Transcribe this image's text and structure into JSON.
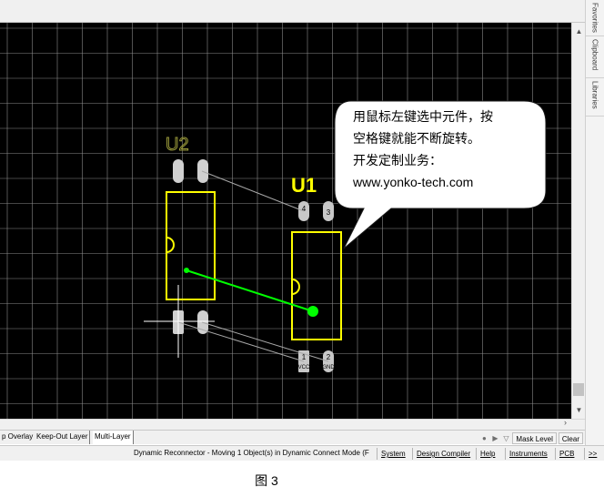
{
  "right_panel": {
    "tabs": [
      "Favorites",
      "Clipboard",
      "Libraries"
    ]
  },
  "pcb": {
    "background_color": "#000000",
    "grid_color": "#8a8a8a",
    "outline_color": "#ffff00",
    "net_color": "#00ff00",
    "components": [
      {
        "designator": "U2",
        "designator_color": "#9a9a3a"
      },
      {
        "designator": "U1",
        "designator_color": "#ffff00"
      }
    ],
    "pads": [
      {
        "number": "4",
        "net": ""
      },
      {
        "number": "3",
        "net": ""
      },
      {
        "number": "1",
        "net": "VCC"
      },
      {
        "number": "2",
        "net": "GND"
      }
    ]
  },
  "callout": {
    "lines": [
      "用鼠标左键选中元件，按",
      "空格键就能不断旋转。",
      "开发定制业务：",
      "www.yonko-tech.com"
    ]
  },
  "layer_tabs": [
    {
      "label": "p Overlay",
      "active": false
    },
    {
      "label": "Keep-Out Layer",
      "active": false
    },
    {
      "label": "Multi-Layer",
      "active": true
    }
  ],
  "mask_tools": {
    "mask_level": "Mask Level",
    "clear": "Clear"
  },
  "status": {
    "message": "Dynamic Reconnector - Moving 1 Object(s) in Dynamic Connect Mode (F",
    "tabs": [
      "System",
      "Design Compiler",
      "Help",
      "Instruments",
      "PCB",
      ">>"
    ]
  },
  "caption": "图 3"
}
